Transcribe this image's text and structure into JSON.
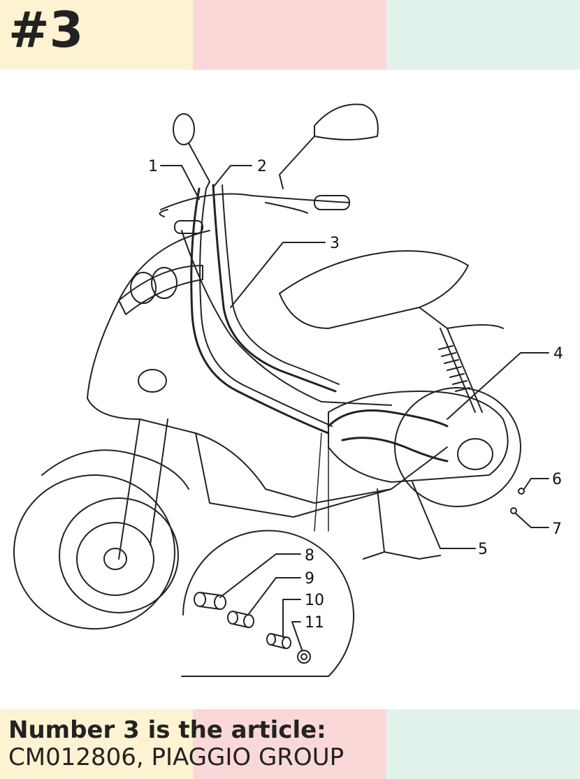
{
  "header": {
    "number_label": "#3",
    "colors": [
      "#fdf3d2",
      "#fbd8d8",
      "#e2f3ec"
    ]
  },
  "diagram": {
    "callouts": [
      "1",
      "2",
      "3",
      "4",
      "5",
      "6",
      "7",
      "8",
      "9",
      "10",
      "11"
    ]
  },
  "caption": {
    "line1": "Number 3 is the article:",
    "line2": "CM012806, PIAGGIO GROUP"
  }
}
